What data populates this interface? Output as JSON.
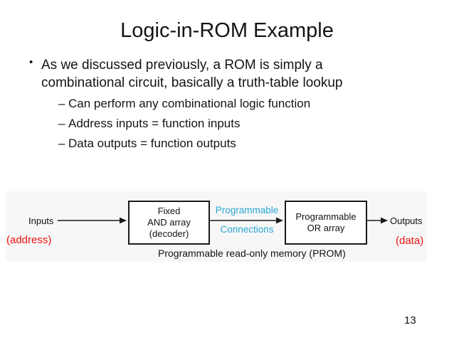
{
  "slide": {
    "title": "Logic-in-ROM Example",
    "page_number": "13"
  },
  "bullets": {
    "marker": "•",
    "sub_marker": "–",
    "main": {
      "line1": "As we discussed previously, a ROM is simply a",
      "line2": "combinational circuit, basically a truth-table lookup"
    },
    "sub": [
      {
        "text": "Can perform any combinational logic function"
      },
      {
        "text": "Address inputs = function inputs"
      },
      {
        "text": "Data outputs = function outputs"
      }
    ]
  },
  "diagram": {
    "input_label": "Inputs",
    "input_annotation": "(address)",
    "and_box": {
      "line1": "Fixed",
      "line2": "AND array",
      "line3": "(decoder)"
    },
    "connection_label": {
      "line1": "Programmable",
      "line2": "Connections"
    },
    "or_box": {
      "line1": "Programmable",
      "line2": "OR array"
    },
    "output_label": "Outputs",
    "output_annotation": "(data)",
    "caption": "Programmable read-only memory (PROM)",
    "colors": {
      "annotation_red": "#ee1111",
      "connection_cyan": "#2aa8d4",
      "line_black": "#1a1a1a"
    }
  }
}
